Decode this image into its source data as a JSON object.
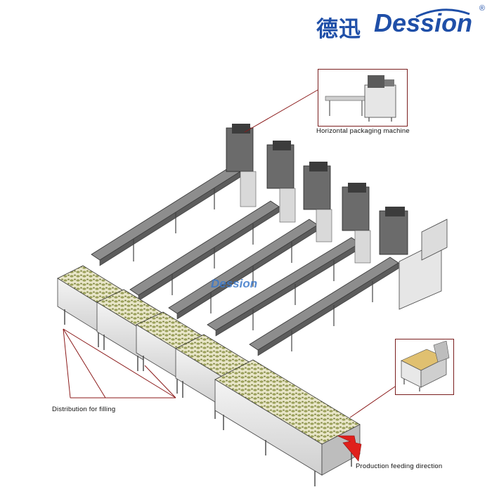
{
  "logo": {
    "chinese": "德迅",
    "english": "Dession",
    "registered": "®",
    "color": "#1f4fa8"
  },
  "watermark": "Dession",
  "labels": {
    "horizontal_packaging": "Horizontal packaging machine",
    "distribution": "Distribution for filling",
    "production_feeding": "Production feeding direction"
  },
  "colors": {
    "leader_line": "#8b1a1a",
    "arrow": "#e0201c",
    "machine_dark": "#4a4a4a",
    "machine_light": "#e8e8e8"
  }
}
